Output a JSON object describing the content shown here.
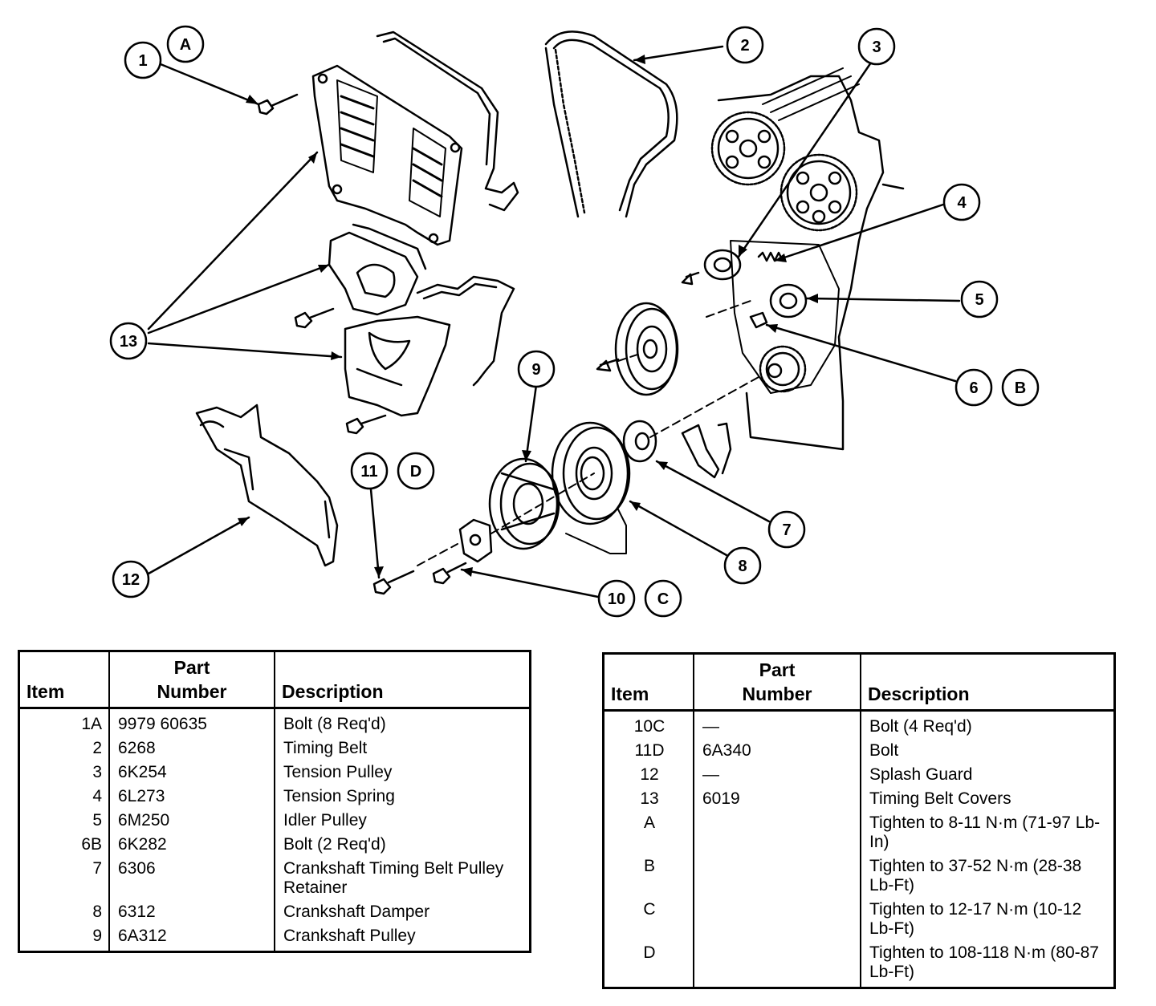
{
  "callouts": {
    "c1": "1",
    "cA": "A",
    "c2": "2",
    "c3": "3",
    "c4": "4",
    "c5": "5",
    "c6": "6",
    "cB": "B",
    "c7": "7",
    "c8": "8",
    "c9": "9",
    "c10": "10",
    "cC": "C",
    "c11": "11",
    "cD": "D",
    "c12": "12",
    "c13": "13"
  },
  "table_left": {
    "headers": {
      "item": "Item",
      "part_line1": "Part",
      "part_line2": "Number",
      "description": "Description"
    },
    "rows": [
      {
        "item": "1A",
        "part": "9979 60635",
        "desc": "Bolt (8 Req'd)"
      },
      {
        "item": "2",
        "part": "6268",
        "desc": "Timing Belt"
      },
      {
        "item": "3",
        "part": "6K254",
        "desc": "Tension Pulley"
      },
      {
        "item": "4",
        "part": "6L273",
        "desc": "Tension Spring"
      },
      {
        "item": "5",
        "part": "6M250",
        "desc": "Idler Pulley"
      },
      {
        "item": "6B",
        "part": "6K282",
        "desc": "Bolt (2 Req'd)"
      },
      {
        "item": "7",
        "part": "6306",
        "desc": "Crankshaft Timing Belt Pulley Retainer"
      },
      {
        "item": "8",
        "part": "6312",
        "desc": "Crankshaft Damper"
      },
      {
        "item": "9",
        "part": "6A312",
        "desc": "Crankshaft Pulley"
      }
    ]
  },
  "table_right": {
    "headers": {
      "item": "Item",
      "part_line1": "Part",
      "part_line2": "Number",
      "description": "Description"
    },
    "rows": [
      {
        "item": "10C",
        "part": "—",
        "desc": "Bolt (4 Req'd)"
      },
      {
        "item": "11D",
        "part": "6A340",
        "desc": "Bolt"
      },
      {
        "item": "12",
        "part": "—",
        "desc": "Splash Guard"
      },
      {
        "item": "13",
        "part": "6019",
        "desc": "Timing Belt Covers"
      },
      {
        "item": "A",
        "part": "",
        "desc": "Tighten to 8-11 N·m (71-97 Lb-In)"
      },
      {
        "item": "B",
        "part": "",
        "desc": "Tighten to 37-52 N·m (28-38 Lb-Ft)"
      },
      {
        "item": "C",
        "part": "",
        "desc": "Tighten to 12-17 N·m (10-12 Lb-Ft)"
      },
      {
        "item": "D",
        "part": "",
        "desc": "Tighten to 108-118 N·m (80-87 Lb-Ft)"
      }
    ]
  }
}
